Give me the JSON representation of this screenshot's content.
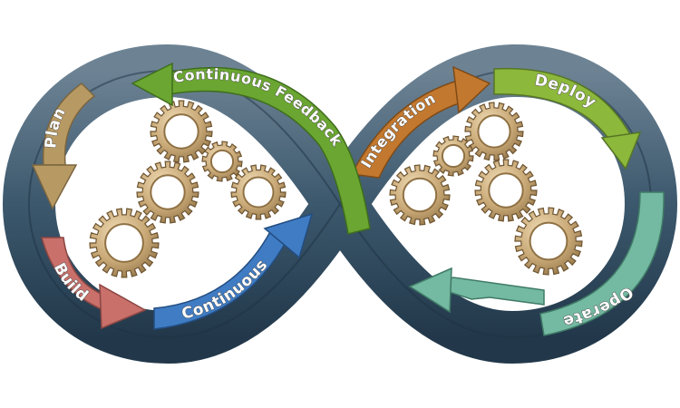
{
  "diagram": {
    "stages": [
      {
        "id": "plan",
        "label": "Plan",
        "color": "#b79a63"
      },
      {
        "id": "build",
        "label": "Build",
        "color": "#c9706b"
      },
      {
        "id": "continuous",
        "label": "Continuous",
        "color": "#3f7cc4"
      },
      {
        "id": "integration",
        "label": "Integration",
        "color": "#c2782e"
      },
      {
        "id": "deploy",
        "label": "Deploy",
        "color": "#8cb83b"
      },
      {
        "id": "operate",
        "label": "Operate",
        "color": "#74b9a2"
      },
      {
        "id": "continuous-feedback",
        "label": "Continuous Feedback",
        "color": "#6aa631"
      }
    ],
    "loop_color": "#2f4a5e",
    "gear_color": "#c9a977"
  }
}
